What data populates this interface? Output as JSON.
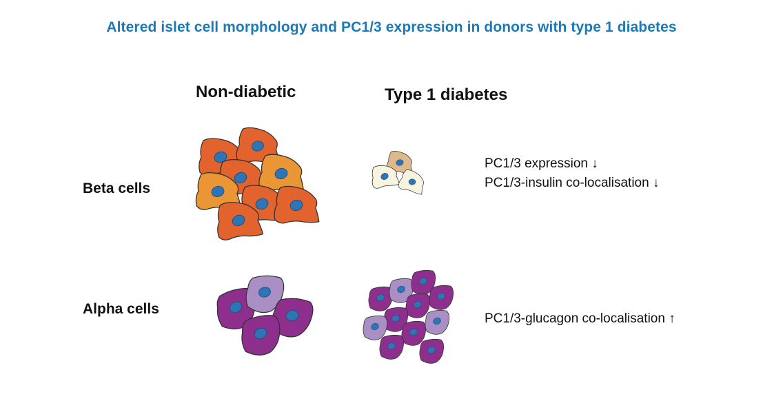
{
  "title": "Altered islet cell morphology and PC1/3 expression in donors with type 1 diabetes",
  "columns": {
    "non_diabetic": "Non-diabetic",
    "type1": "Type 1 diabetes"
  },
  "rows": {
    "beta": {
      "label": "Beta cells",
      "notes": [
        "PC1/3 expression ↓",
        "PC1/3-insulin co-localisation ↓"
      ]
    },
    "alpha": {
      "label": "Alpha cells",
      "notes": [
        "PC1/3-glucagon co-localisation ↑"
      ]
    }
  },
  "colors": {
    "title": "#1a7ab8",
    "beta_dark": "#e2632e",
    "beta_light": "#eb9635",
    "beta_pale_tan": "#dfb98e",
    "beta_pale_cream": "#f8f4e0",
    "alpha_dark": "#8e2f8e",
    "alpha_light": "#a98fc4",
    "nucleus": "#2f74b5"
  }
}
